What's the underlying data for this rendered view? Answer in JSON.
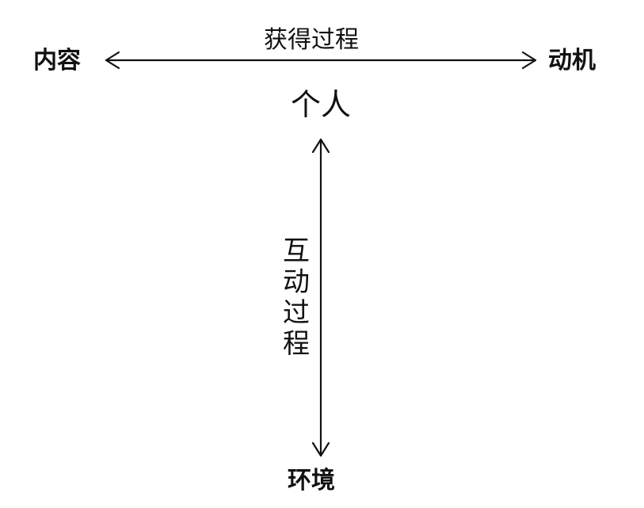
{
  "diagram": {
    "nodes": {
      "content": "内容",
      "motivation": "动机",
      "individual": "个人",
      "environment": "环境"
    },
    "edges": {
      "acquisition_process": "获得过程",
      "interaction_process": "互动过程"
    },
    "colors": {
      "ink": "#111111",
      "background": "#ffffff"
    }
  }
}
